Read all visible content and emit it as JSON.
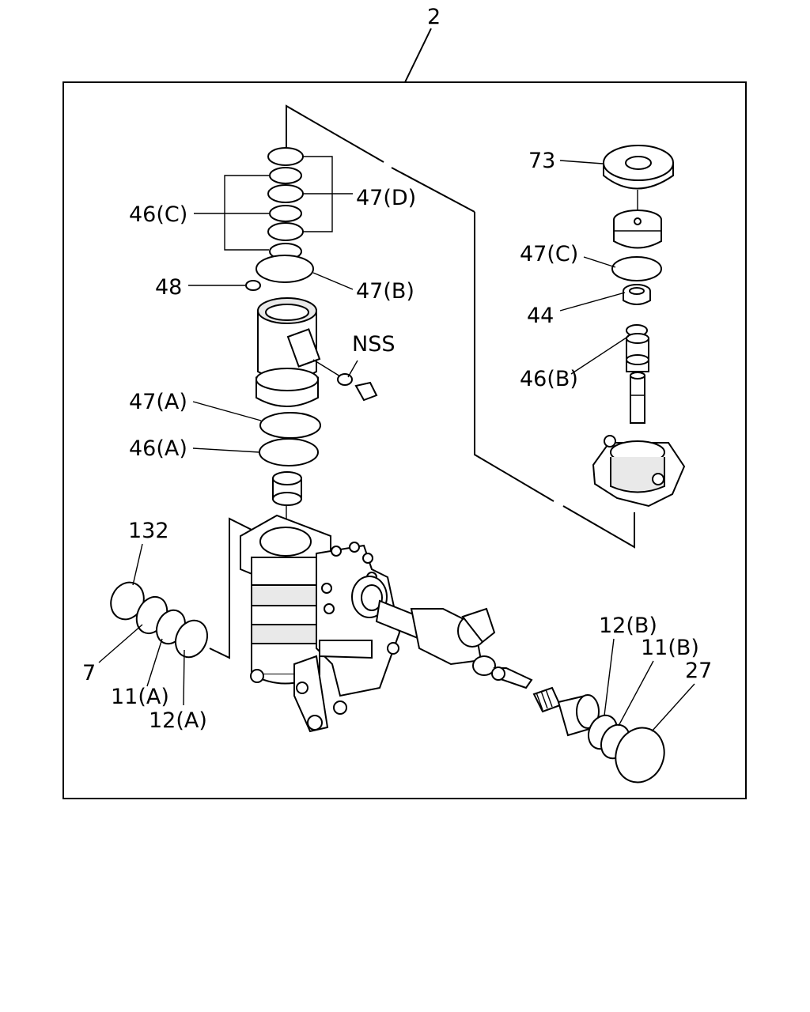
{
  "diagram": {
    "assembly_number": "2",
    "labels": {
      "p73": "73",
      "p47c": "47(C)",
      "p44": "44",
      "p46b": "46(B)",
      "p46c": "46(C)",
      "p47d": "47(D)",
      "p48": "48",
      "p47b": "47(B)",
      "nss": "NSS",
      "p47a": "47(A)",
      "p46a": "46(A)",
      "p132": "132",
      "p7": "7",
      "p11a": "11(A)",
      "p12a": "12(A)",
      "p12b": "12(B)",
      "p11b": "11(B)",
      "p27": "27"
    }
  }
}
